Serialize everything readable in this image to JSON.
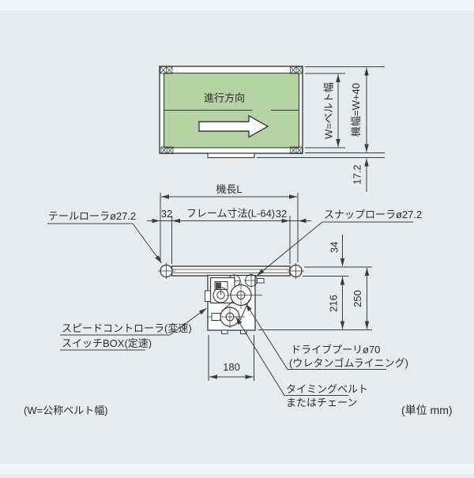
{
  "colors": {
    "background": "#e7ebee",
    "edge_band": "#f3f6f7",
    "belt_green": "#b5d2a2",
    "white_fill": "#fafbfa",
    "line": "#3a3d40",
    "display_dark": "#4a4e52"
  },
  "top_view": {
    "direction_label": "進行方向"
  },
  "dimensions": {
    "belt_width": "W=ベルト幅",
    "machine_width": "機幅=W+40",
    "side_protrusion": "17.2",
    "machine_length": "機長L",
    "end_left": "32",
    "frame_length": "フレーム寸法(L-64)",
    "end_right": "32",
    "frame_height": "34",
    "drive_height": "216",
    "total_height": "250",
    "drive_width": "180"
  },
  "labels": {
    "tail_roller": "テールローラø27.2",
    "snap_roller": "スナップローラø27.2",
    "speed_controller": "スピードコントローラ(変速)",
    "switch_box": "スイッチBOX(定速)",
    "drive_pulley_line1": "ドライブプーリø70",
    "drive_pulley_line2": "(ウレタンゴムライニング)",
    "timing_belt_line1": "タイミングベルト",
    "timing_belt_line2": "またはチェーン"
  },
  "notes": {
    "belt_width_note": "(W=公称ベルト幅)",
    "unit": "(単位 mm)"
  }
}
